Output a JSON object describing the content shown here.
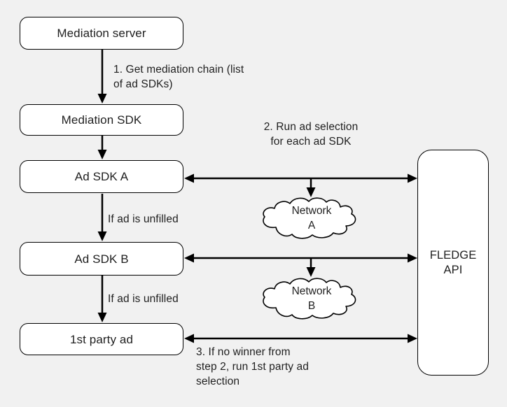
{
  "colors": {
    "background": "#f1f1f1",
    "node_fill": "#ffffff",
    "line": "#000000",
    "text": "#1f1f1f"
  },
  "nodes": {
    "mediation_server": {
      "label": "Mediation server"
    },
    "mediation_sdk": {
      "label": "Mediation SDK"
    },
    "ad_sdk_a": {
      "label": "Ad SDK A"
    },
    "ad_sdk_b": {
      "label": "Ad SDK B"
    },
    "first_party_ad": {
      "label": "1st party ad"
    },
    "fledge_api": {
      "label": "FLEDGE\nAPI"
    },
    "network_a": {
      "label": "Network\nA"
    },
    "network_b": {
      "label": "Network\nB"
    }
  },
  "annotations": {
    "step1": "1. Get mediation chain (list\nof ad SDKs)",
    "step2": "2. Run ad selection\nfor each ad SDK",
    "if_unfilled_a": "If ad is unfilled",
    "if_unfilled_b": "If ad is unfilled",
    "step3": "3. If no winner from\nstep 2, run 1st party ad\nselection"
  }
}
